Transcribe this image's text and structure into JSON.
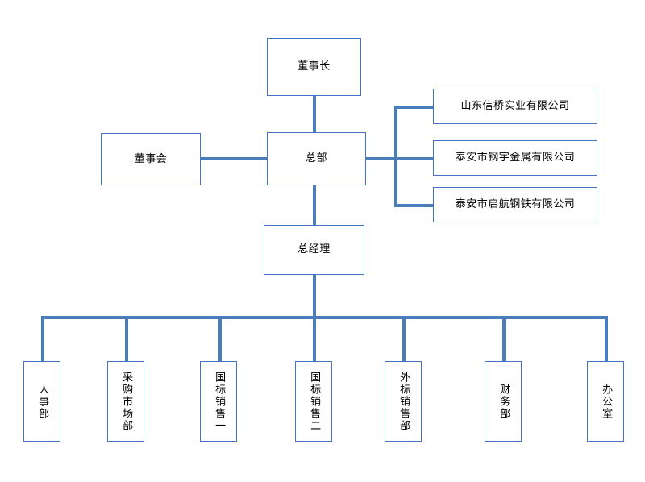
{
  "chart_title": "",
  "colors": {
    "node_border": "#4472c4",
    "node_fill": "#ffffff",
    "connector": "#4a7ebb",
    "text": "#000000",
    "background": "#ffffff"
  },
  "nodes": {
    "chairman": {
      "label": "董事长"
    },
    "board": {
      "label": "董事会"
    },
    "headquarters": {
      "label": "总部"
    },
    "general_manager": {
      "label": "总经理"
    }
  },
  "subsidiaries": [
    {
      "label": "山东信桥实业有限公司"
    },
    {
      "label": "泰安市钢宇金属有限公司"
    },
    {
      "label": "泰安市启航钢铁有限公司"
    }
  ],
  "departments": [
    {
      "label": "人事部"
    },
    {
      "label": "采购市场部"
    },
    {
      "label": "国标销售一"
    },
    {
      "label": "国标销售二"
    },
    {
      "label": "外标销售部"
    },
    {
      "label": "财务部"
    },
    {
      "label": "办公室"
    }
  ]
}
